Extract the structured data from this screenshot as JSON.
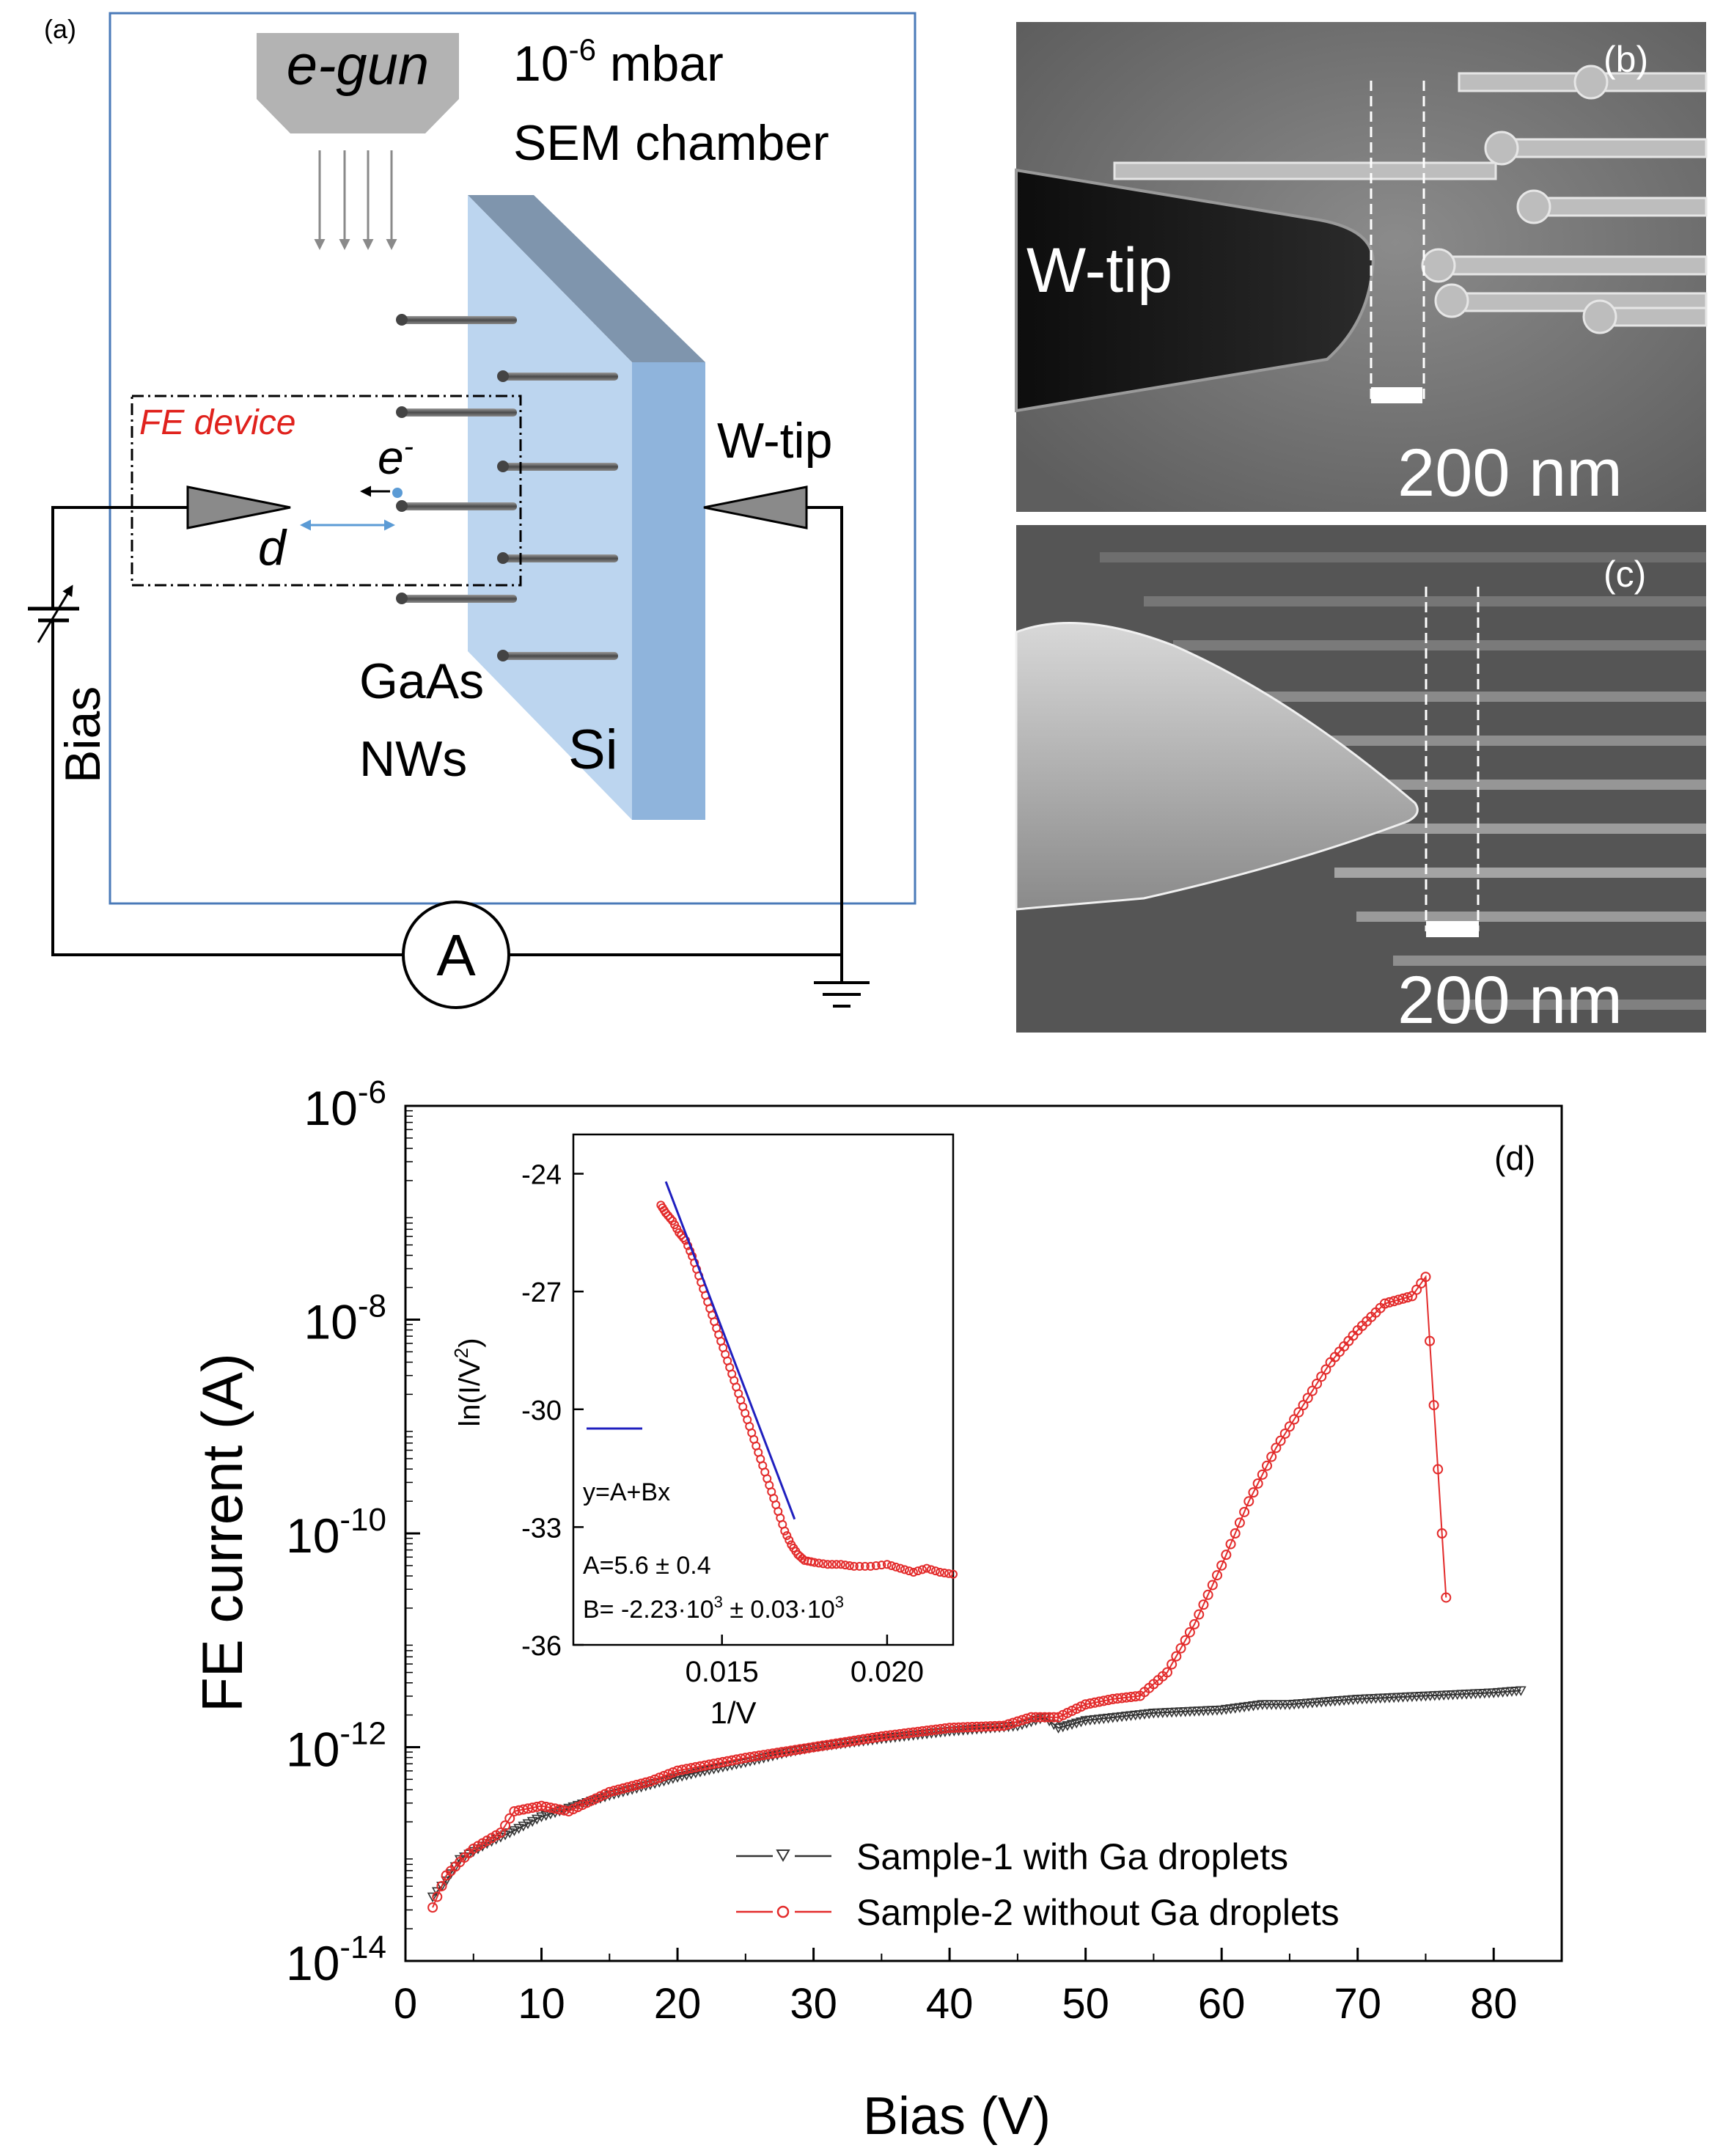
{
  "panel_a": {
    "label": "(a)",
    "egun_label": "e-gun",
    "chamber_line1_base": "10",
    "chamber_line1_exp": "-6",
    "chamber_line1_unit": " mbar",
    "chamber_line2": "SEM chamber",
    "fe_device_label": "FE device",
    "electron_label": "e",
    "electron_sup": "-",
    "distance_label": "d",
    "wtip_label": "W-tip",
    "bias_label": "Bias",
    "nws_line1": "GaAs",
    "nws_line2": "NWs",
    "si_label": "Si",
    "ammeter_label": "A",
    "colors": {
      "chamber_border": "#4a7ab8",
      "fe_text": "#e0221d",
      "si_front": "#bcd5ef",
      "si_side": "#8fb4dc",
      "si_top": "#7f95ad",
      "distance_arrow": "#5b9bd5"
    }
  },
  "panel_b": {
    "label": "(b)",
    "tip_label": "W-tip",
    "scale_label": "200 nm"
  },
  "panel_c": {
    "label": "(c)",
    "scale_label": "200 nm"
  },
  "chart_data": [
    {
      "panel_label": "(d)",
      "type": "scatter",
      "title": "",
      "xlabel": "Bias (V)",
      "ylabel": "FE current (A)",
      "xlim": [
        0,
        85
      ],
      "ylim_log10": [
        -14,
        -6
      ],
      "yscale": "log",
      "x_ticks": [
        0,
        10,
        20,
        30,
        40,
        50,
        60,
        70,
        80
      ],
      "y_ticks": [
        {
          "base": "10",
          "exp": "-6",
          "value": -6
        },
        {
          "base": "10",
          "exp": "-8",
          "value": -8
        },
        {
          "base": "10",
          "exp": "-10",
          "value": -10
        },
        {
          "base": "10",
          "exp": "-12",
          "value": -12
        },
        {
          "base": "10",
          "exp": "-14",
          "value": -14
        }
      ],
      "legend_position": "bottom-right",
      "series": [
        {
          "name": "Sample-1 with Ga droplets",
          "marker": "triangle-down",
          "color": "#333333",
          "points_log10": [
            [
              2,
              -13.4
            ],
            [
              3,
              -13.25
            ],
            [
              4,
              -13.05
            ],
            [
              6,
              -12.9
            ],
            [
              8,
              -12.78
            ],
            [
              10,
              -12.65
            ],
            [
              12,
              -12.57
            ],
            [
              15,
              -12.45
            ],
            [
              18,
              -12.35
            ],
            [
              20,
              -12.28
            ],
            [
              22,
              -12.22
            ],
            [
              25,
              -12.14
            ],
            [
              28,
              -12.05
            ],
            [
              30,
              -12.0
            ],
            [
              35,
              -11.92
            ],
            [
              40,
              -11.85
            ],
            [
              45,
              -11.8
            ],
            [
              47,
              -11.72
            ],
            [
              48,
              -11.82
            ],
            [
              50,
              -11.75
            ],
            [
              55,
              -11.68
            ],
            [
              60,
              -11.65
            ],
            [
              63,
              -11.6
            ],
            [
              65,
              -11.6
            ],
            [
              70,
              -11.55
            ],
            [
              75,
              -11.52
            ],
            [
              80,
              -11.49
            ],
            [
              82,
              -11.47
            ]
          ]
        },
        {
          "name": "Sample-2 without Ga droplets",
          "marker": "circle",
          "color": "#e32b2b",
          "points_log10": [
            [
              2,
              -13.5
            ],
            [
              3,
              -13.2
            ],
            [
              5,
              -12.95
            ],
            [
              7,
              -12.8
            ],
            [
              8,
              -12.6
            ],
            [
              10,
              -12.55
            ],
            [
              12,
              -12.6
            ],
            [
              15,
              -12.42
            ],
            [
              18,
              -12.32
            ],
            [
              20,
              -12.22
            ],
            [
              25,
              -12.1
            ],
            [
              30,
              -12.0
            ],
            [
              35,
              -11.9
            ],
            [
              40,
              -11.82
            ],
            [
              44,
              -11.8
            ],
            [
              46,
              -11.72
            ],
            [
              48,
              -11.72
            ],
            [
              50,
              -11.6
            ],
            [
              52,
              -11.55
            ],
            [
              54,
              -11.52
            ],
            [
              56,
              -11.3
            ],
            [
              58,
              -10.85
            ],
            [
              60,
              -10.3
            ],
            [
              62,
              -9.7
            ],
            [
              64,
              -9.2
            ],
            [
              66,
              -8.8
            ],
            [
              68,
              -8.4
            ],
            [
              70,
              -8.1
            ],
            [
              72,
              -7.85
            ],
            [
              74,
              -7.78
            ],
            [
              75,
              -7.6
            ],
            [
              76.5,
              -10.6
            ]
          ]
        }
      ]
    },
    {
      "panel_label": "",
      "type": "scatter",
      "title": "",
      "xlabel": "1/V",
      "ylabel": "ln(I/V²)",
      "ylabel_base": "ln(I/V",
      "ylabel_sup": "2",
      "ylabel_close": ")",
      "xlim": [
        0.0105,
        0.022
      ],
      "ylim": [
        -36,
        -23
      ],
      "x_ticks": [
        {
          "value": 0.015,
          "label": "0.015"
        },
        {
          "value": 0.02,
          "label": "0.020"
        }
      ],
      "y_ticks": [
        {
          "value": -24,
          "label": "-24"
        },
        {
          "value": -27,
          "label": "-27"
        },
        {
          "value": -30,
          "label": "-30"
        },
        {
          "value": -33,
          "label": "-33"
        },
        {
          "value": -36,
          "label": "-36"
        }
      ],
      "fit": {
        "equation": "y=A+Bx",
        "A_text": "A=5.6 ± 0.4",
        "B_text": "B= -2.23·10",
        "B_exp1": "3",
        "B_mid": " ± 0.03·10",
        "B_exp2": "3",
        "line_color": "#1f1fbf",
        "line": [
          [
            0.0133,
            -24.2
          ],
          [
            0.0172,
            -32.8
          ]
        ]
      },
      "series": [
        {
          "name": "",
          "marker": "circle",
          "color": "#e32b2b",
          "points": [
            [
              0.01315,
              -24.8
            ],
            [
              0.0133,
              -25.0
            ],
            [
              0.0135,
              -25.2
            ],
            [
              0.0137,
              -25.5
            ],
            [
              0.0139,
              -25.7
            ],
            [
              0.0141,
              -26.1
            ],
            [
              0.0143,
              -26.6
            ],
            [
              0.0145,
              -27.1
            ],
            [
              0.0147,
              -27.6
            ],
            [
              0.0149,
              -28.1
            ],
            [
              0.0151,
              -28.6
            ],
            [
              0.0153,
              -29.1
            ],
            [
              0.0155,
              -29.6
            ],
            [
              0.0157,
              -30.1
            ],
            [
              0.0159,
              -30.6
            ],
            [
              0.0161,
              -31.1
            ],
            [
              0.0163,
              -31.6
            ],
            [
              0.0165,
              -32.1
            ],
            [
              0.0167,
              -32.6
            ],
            [
              0.0169,
              -33.1
            ],
            [
              0.0171,
              -33.45
            ],
            [
              0.0173,
              -33.7
            ],
            [
              0.0175,
              -33.85
            ],
            [
              0.0178,
              -33.9
            ],
            [
              0.0182,
              -33.95
            ],
            [
              0.0186,
              -33.95
            ],
            [
              0.019,
              -34.0
            ],
            [
              0.0195,
              -34.0
            ],
            [
              0.02,
              -33.95
            ],
            [
              0.0204,
              -34.05
            ],
            [
              0.0208,
              -34.15
            ],
            [
              0.0212,
              -34.05
            ],
            [
              0.0216,
              -34.15
            ],
            [
              0.022,
              -34.2
            ]
          ]
        }
      ]
    }
  ]
}
